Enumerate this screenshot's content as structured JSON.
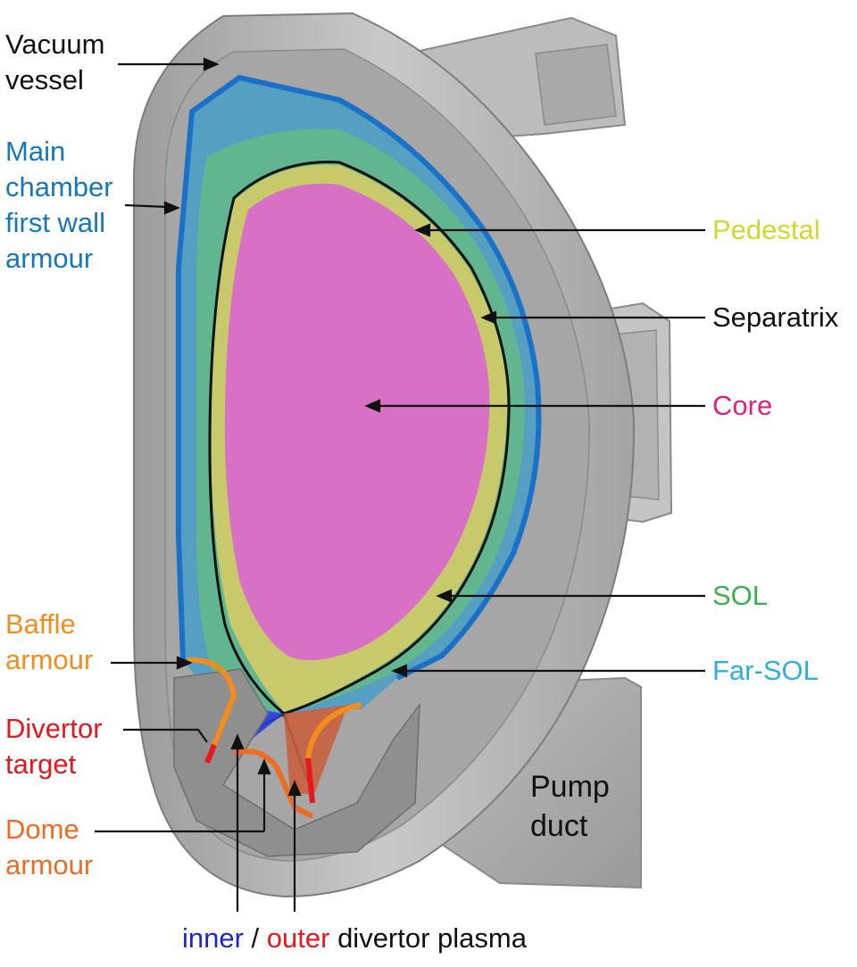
{
  "colors": {
    "black": "#111111",
    "blue_label": "#1577bd",
    "pedestal_label": "#cfd82b",
    "core_label": "#e0207f",
    "sol_label": "#3cb04a",
    "farsol_label": "#2eaee0",
    "orange_label": "#f28c1c",
    "red_label": "#e8161d",
    "dome_label": "#ee6b22",
    "inner_label": "#1d27c9",
    "outer_label": "#e8161d",
    "core_fill": "#d870c6",
    "pedestal_fill": "#c7c96a",
    "sol_fill": "#62b78c",
    "farsol_fill": "#4e9ec4",
    "wall_stroke": "#1a72c8",
    "steel": "#b4b4b4"
  },
  "labels": {
    "vacuum_vessel": [
      "Vacuum",
      "vessel"
    ],
    "first_wall": [
      "Main",
      "chamber",
      "first wall",
      "armour"
    ],
    "baffle": [
      "Baffle",
      "armour"
    ],
    "divertor_target": [
      "Divertor",
      "target"
    ],
    "dome": [
      "Dome",
      "armour"
    ],
    "pedestal": "Pedestal",
    "separatrix": "Separatrix",
    "core": "Core",
    "sol": "SOL",
    "far_sol": "Far-SOL",
    "pump_duct": [
      "Pump",
      "duct"
    ],
    "inner": "inner",
    "slash": " / ",
    "outer": "outer",
    "divertor_plasma": " divertor plasma"
  }
}
